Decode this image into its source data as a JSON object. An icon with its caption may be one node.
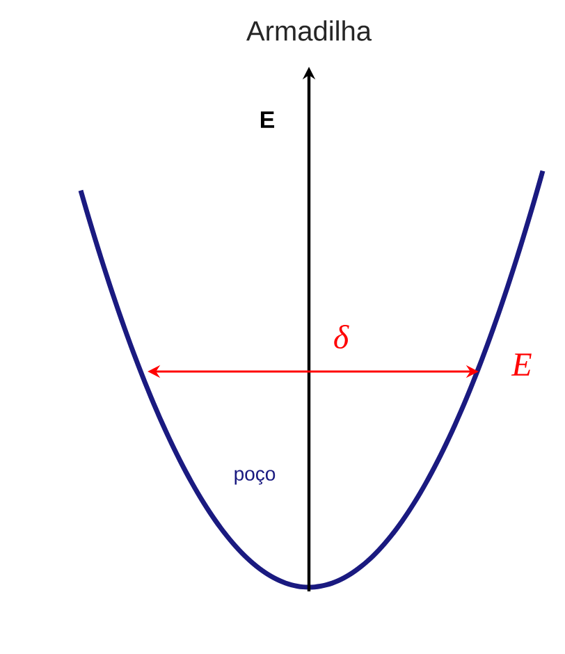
{
  "diagram": {
    "title": "Armadilha",
    "labels": [
      "E",
      "δ",
      "E",
      "poço"
    ]
  }
}
